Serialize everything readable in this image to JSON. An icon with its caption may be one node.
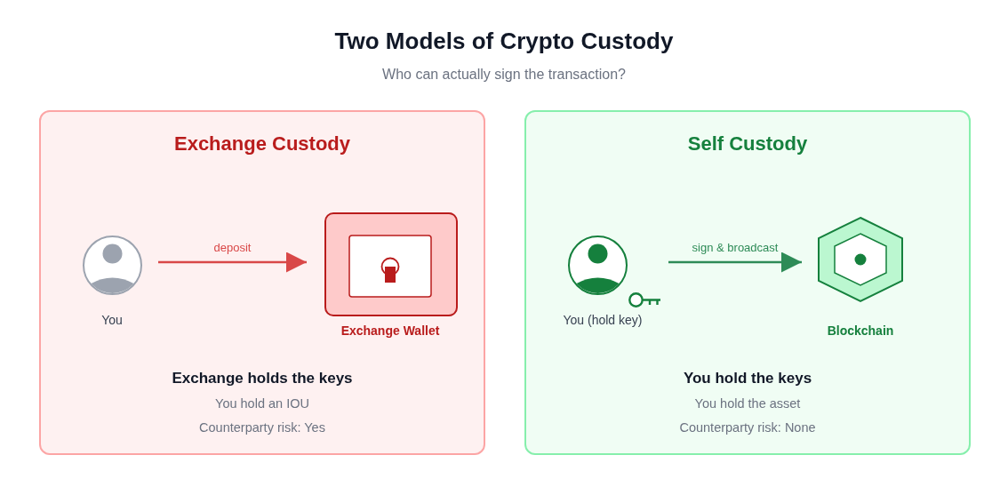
{
  "diagram": {
    "title": "Two Models of Crypto Custody",
    "nodes": [
      {
        "text": [
          "Exchange Custody",
          "Exchange holds the keys",
          "You hold an IOU",
          "Counterparty risk: Yes"
        ]
      },
      {
        "text": [
          "You"
        ],
        "in": 0
      },
      {
        "text": [
          "Exchange Wallet"
        ],
        "in": 0
      },
      {
        "text": [
          "Self Custody",
          "You hold the keys",
          "You hold the asset",
          "Counterparty risk: None"
        ]
      },
      {
        "text": [
          "You (hold key)"
        ],
        "in": 3
      },
      {
        "text": [
          "Blockchain"
        ],
        "in": 3
      }
    ],
    "edges": [
      {
        "from": 1,
        "to": 2,
        "arrow": "to",
        "label": "deposit",
        "color": "#d94848"
      },
      {
        "from": 4,
        "to": 5,
        "arrow": "to",
        "label": "sign & broadcast",
        "color": "#2e8b57"
      }
    ],
    "labels": [
      "Who can actually sign the transaction?"
    ]
  }
}
